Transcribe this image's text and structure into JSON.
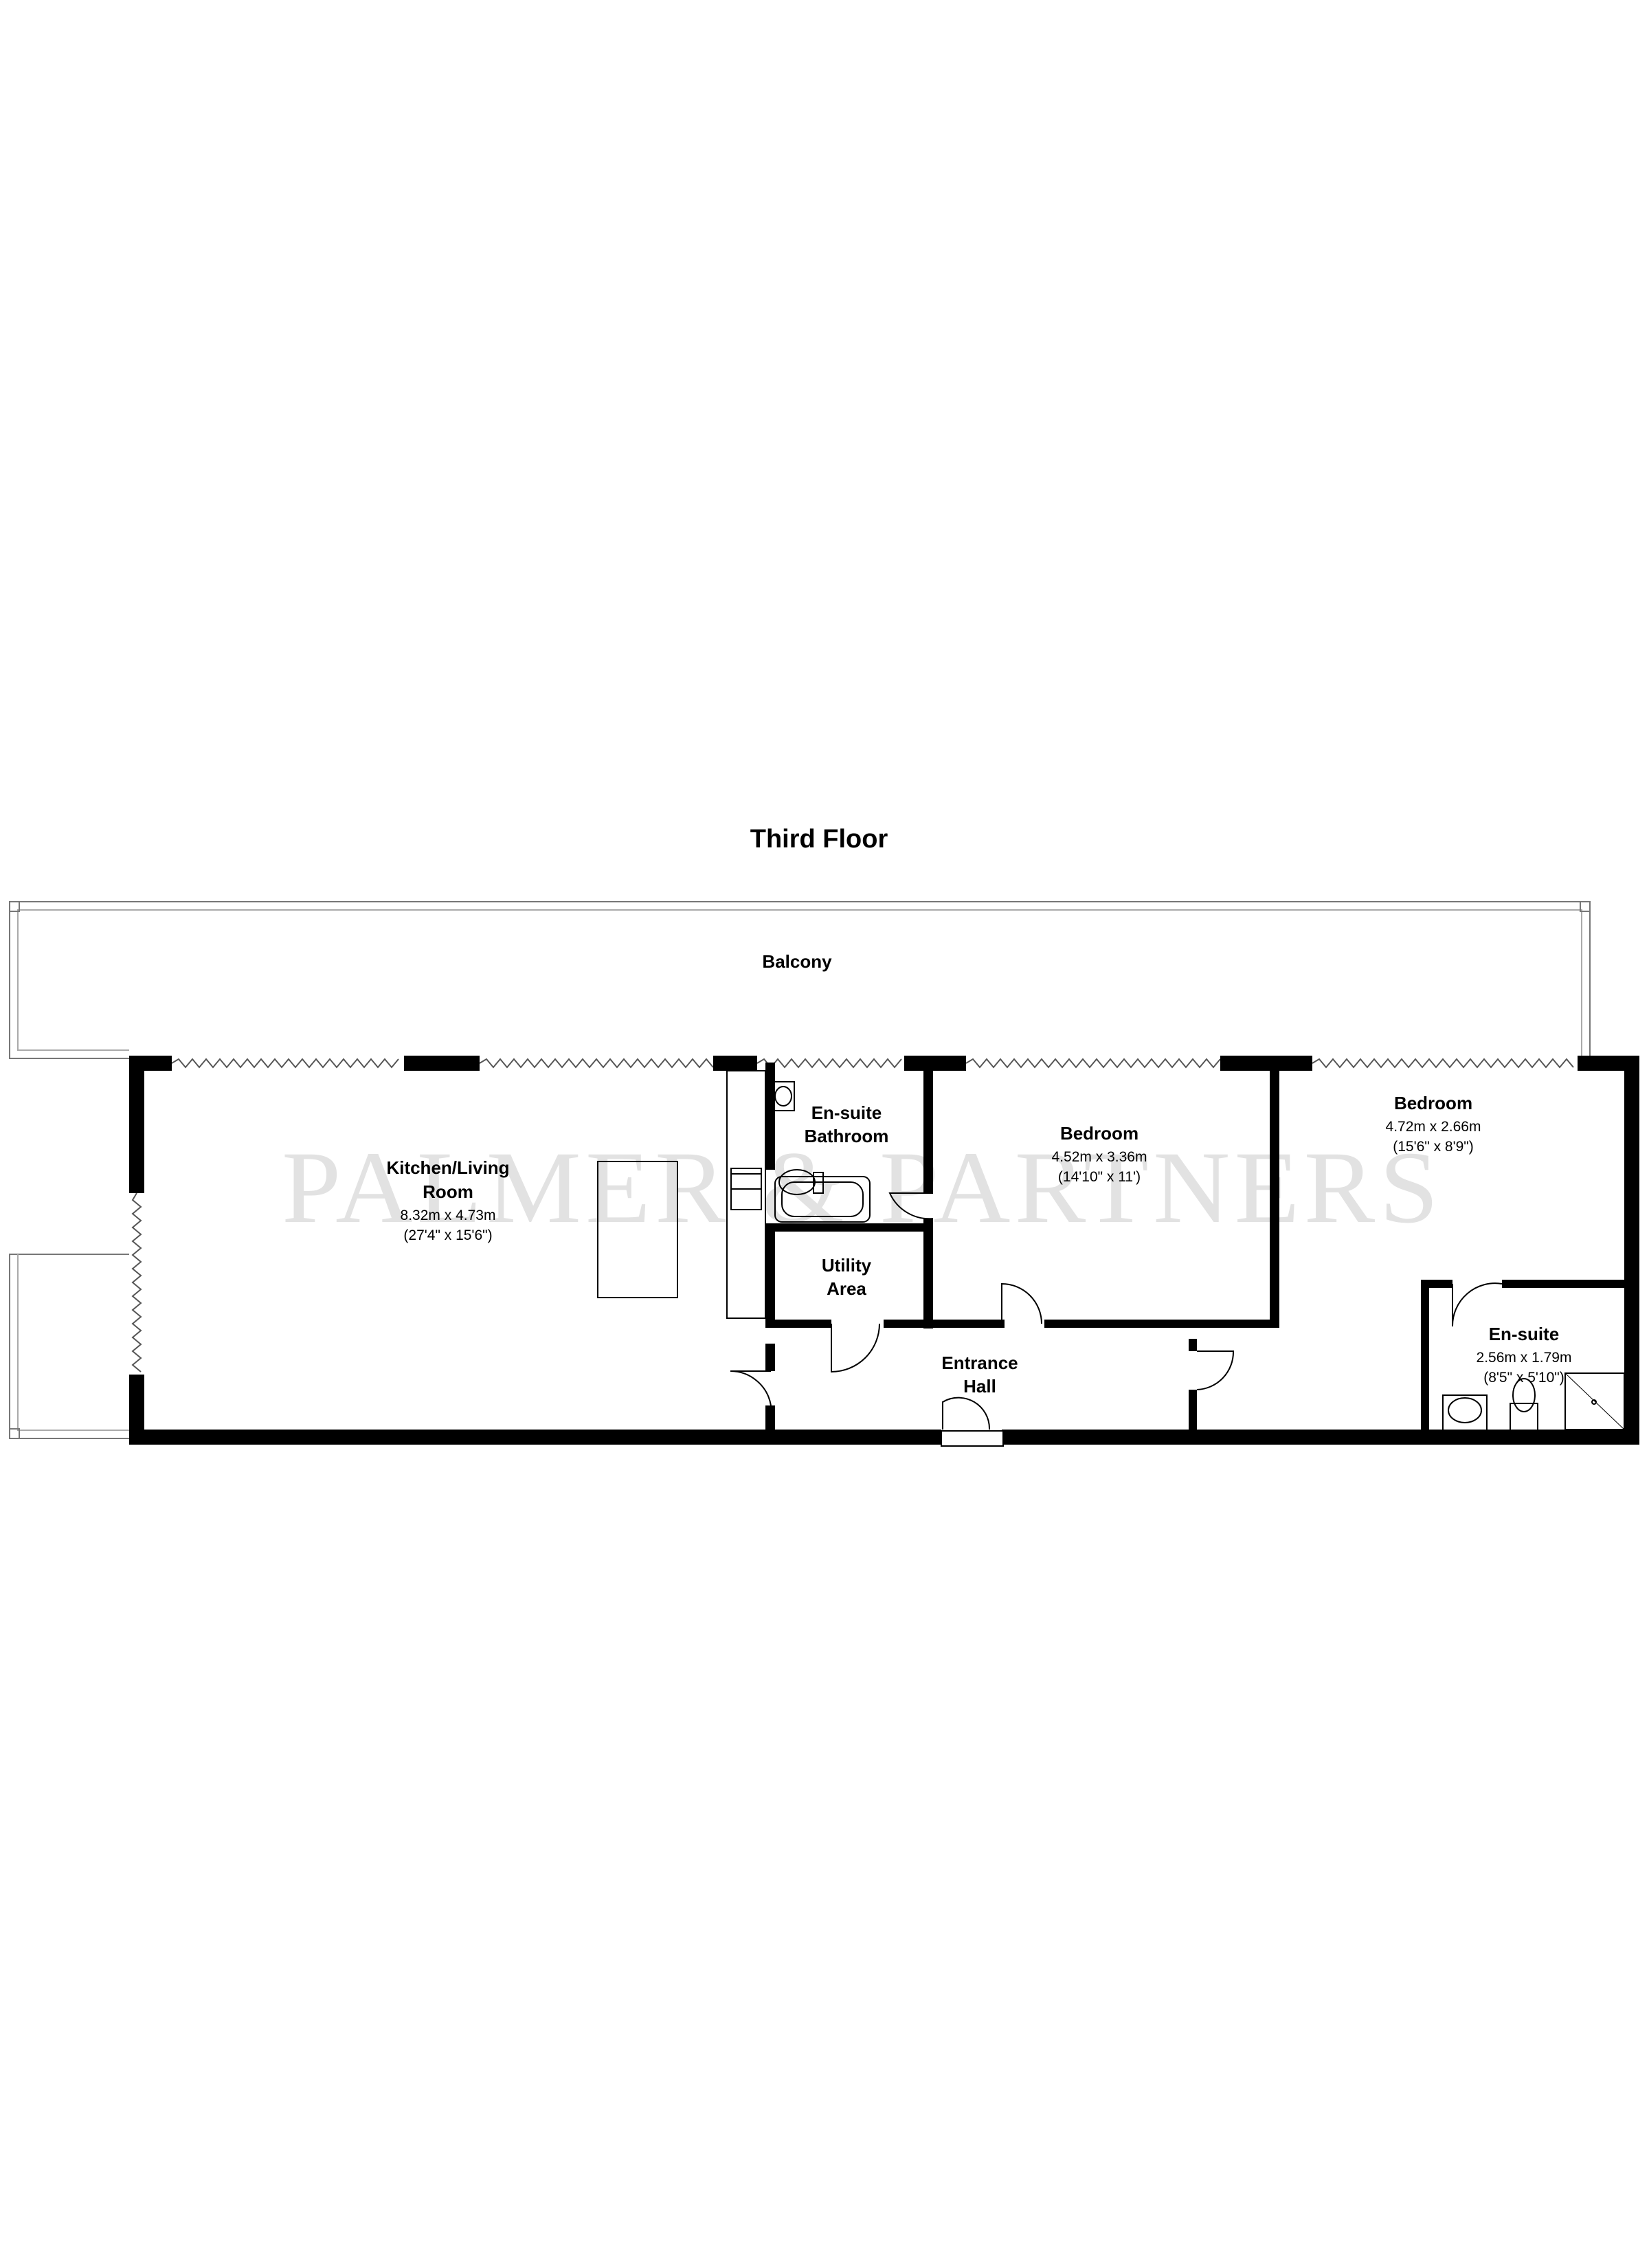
{
  "title": "Third Floor",
  "watermark": "PALMER & PARTNERS",
  "rooms": {
    "balcony": {
      "name": "Balcony"
    },
    "kitchen": {
      "name_line1": "Kitchen/Living",
      "name_line2": "Room",
      "dim_metric": "8.32m x 4.73m",
      "dim_imperial": "(27'4\" x 15'6\")"
    },
    "ensuite_bathroom": {
      "name_line1": "En-suite",
      "name_line2": "Bathroom"
    },
    "utility": {
      "name_line1": "Utility",
      "name_line2": "Area"
    },
    "bedroom1": {
      "name": "Bedroom",
      "dim_metric": "4.52m x 3.36m",
      "dim_imperial": "(14'10\" x 11')"
    },
    "bedroom2": {
      "name": "Bedroom",
      "dim_metric": "4.72m x 2.66m",
      "dim_imperial": "(15'6\" x 8'9\")"
    },
    "entrance": {
      "name_line1": "Entrance",
      "name_line2": "Hall"
    },
    "ensuite": {
      "name": "En-suite",
      "dim_metric": "2.56m x 1.79m",
      "dim_imperial": "(8'5\" x 5'10\")"
    }
  }
}
